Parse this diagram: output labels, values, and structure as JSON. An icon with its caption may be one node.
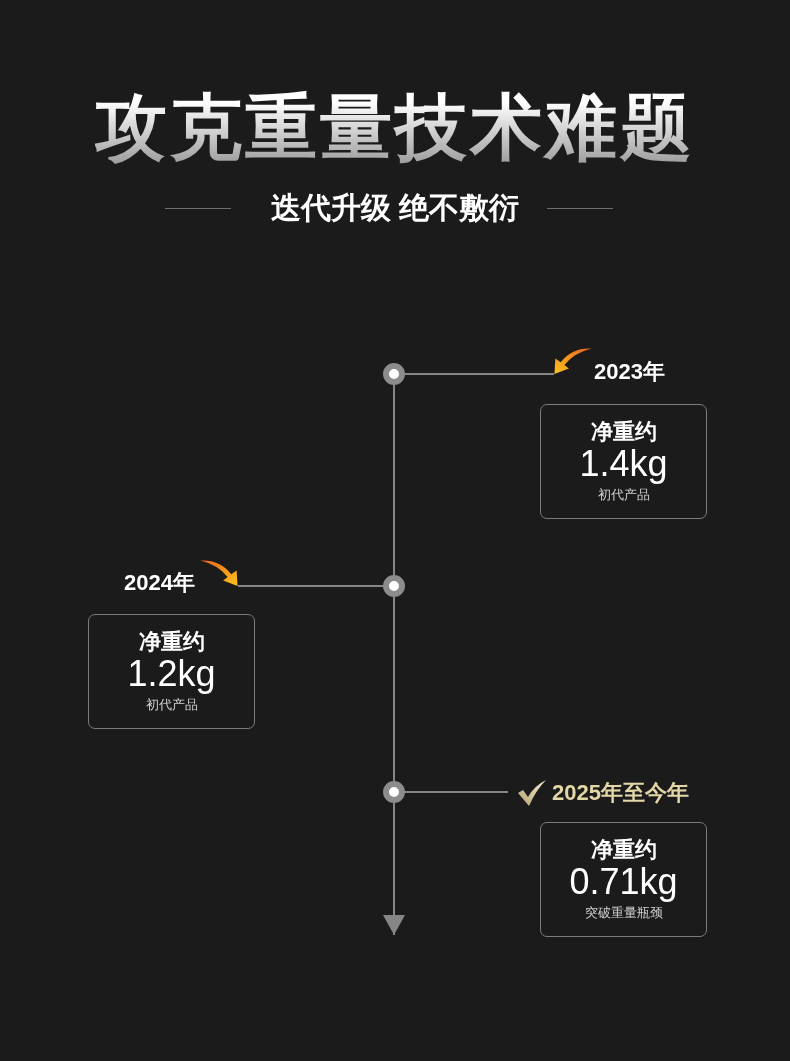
{
  "diagram": {
    "title": "攻克重量技术难题",
    "nodes": [
      {
        "text": [],
        "shape": "circle"
      },
      {
        "text": [
          "2023年"
        ]
      },
      {
        "text": [
          "净重约",
          "1.4kg",
          "初代产品"
        ]
      },
      {
        "text": [],
        "shape": "circle"
      },
      {
        "text": [
          "2024年"
        ]
      },
      {
        "text": [
          "净重约",
          "1.2kg",
          "初代产品"
        ]
      },
      {
        "text": [],
        "shape": "circle"
      },
      {
        "text": [
          "2025年至今年"
        ]
      },
      {
        "text": [
          "净重约",
          "0.71kg",
          "突破重量瓶颈"
        ]
      }
    ],
    "edges": [
      {
        "from": 0,
        "to": 1,
        "arrow": "none"
      },
      {
        "from": 3,
        "to": 4,
        "arrow": "none"
      },
      {
        "from": 6,
        "to": 7,
        "arrow": "none"
      },
      {
        "from": 0,
        "to": 3,
        "arrow": "none"
      },
      {
        "from": 3,
        "to": 6,
        "arrow": "none"
      },
      {
        "from": 6,
        "to": null,
        "arrow": "to"
      }
    ],
    "labels": [
      "迭代升级 绝不敷衍"
    ]
  }
}
